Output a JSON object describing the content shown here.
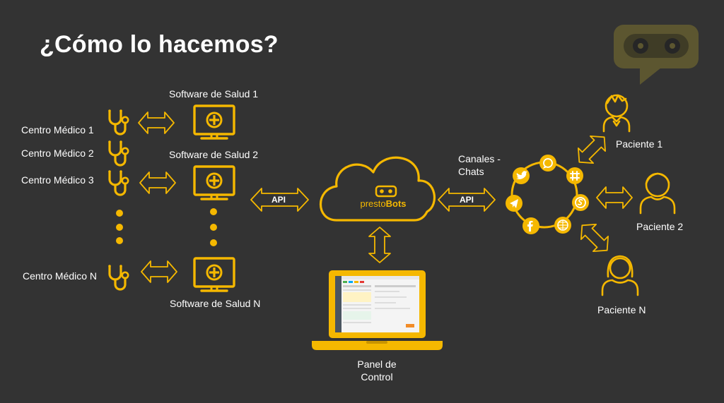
{
  "title": "¿Cómo lo hacemos?",
  "medical_centers": [
    "Centro Médico 1",
    "Centro Médico 2",
    "Centro Médico 3",
    "Centro Médico N"
  ],
  "software": [
    "Software de Salud 1",
    "Software de Salud 2",
    "Software de Salud N"
  ],
  "api_label": "API",
  "cloud_brand": {
    "prefix": "presto",
    "suffix": "Bots"
  },
  "channels_label": "Canales - Chats",
  "channels": [
    "twitter-icon",
    "whatsapp-icon",
    "slack-icon",
    "skype-icon",
    "web-icon",
    "facebook-icon",
    "telegram-icon"
  ],
  "patients": [
    "Paciente 1",
    "Paciente 2",
    "Paciente N"
  ],
  "panel_label": "Panel de Control",
  "colors": {
    "background": "#333333",
    "accent": "#f5b800",
    "text": "#ffffff",
    "logo": "#5c5630"
  }
}
